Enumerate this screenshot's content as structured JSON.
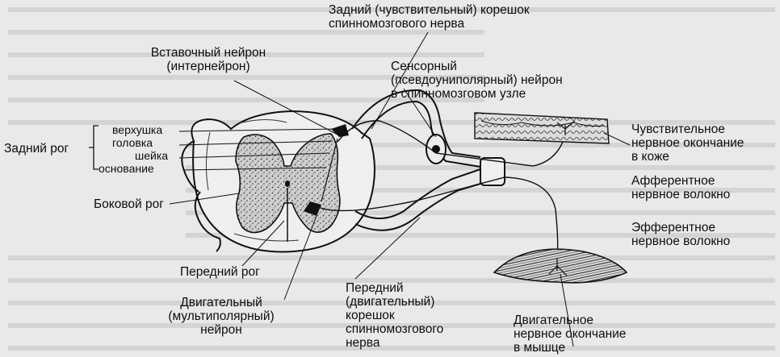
{
  "labels": {
    "posterior_root": "Задний (чувствительный) корешок\nспинномозгового нерва",
    "interneuron": "Вставочный нейрон\n(интернейрон)",
    "sensory_neuron": "Сенсорный\n(псевдоуниполярный) нейрон\nв спинномозговом узле",
    "apex": "верхушка",
    "head": "головка",
    "neck": "шейка",
    "base": "основание",
    "posterior_horn": "Задний рог",
    "lateral_horn": "Боковой рог",
    "anterior_horn": "Передний рог",
    "motor_neuron": "Двигательный\n(мультиполярный)\nнейрон",
    "anterior_root": "Передний\n(двигательный)\nкорешок\nспинномозгового\nнерва",
    "skin_ending": "Чувствительное\nнервное окончание\nв коже",
    "afferent_fiber": "Афферентное\nнервное волокно",
    "efferent_fiber": "Эфферентное\nнервное волокно",
    "muscle_ending": "Двигательное\nнервное окончание\nв мышце"
  }
}
